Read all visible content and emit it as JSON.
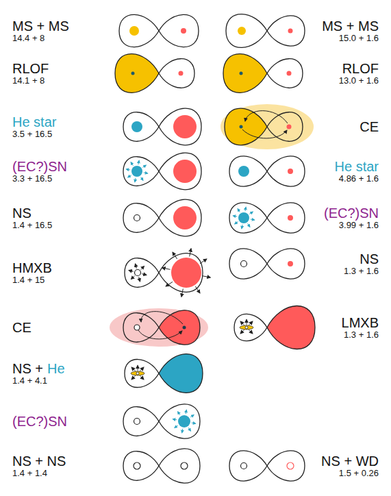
{
  "diagram": {
    "labels": [
      "MS + MS",
      "14.4 + 8",
      "MS + MS",
      "15.0 + 1.6",
      "RLOF",
      "14.1 + 8",
      "RLOF",
      "13.0 + 1.6",
      "He star",
      "3.5 + 16.5",
      "CE",
      "(EC?)SN",
      "3.3 + 16.5",
      "He star",
      "4.86 + 1.6",
      "NS",
      "1.4 + 16.5",
      "(EC?)SN",
      "3.99 + 1.6",
      "NS",
      "1.3 + 1.6",
      "HMXB",
      "1.4 + 15",
      "CE",
      "LMXB",
      "1.3 + 1.6",
      "NS +",
      "He",
      "1.4 + 4.1",
      "(EC?)SN",
      "NS + NS",
      "1.4 + 1.4",
      "NS + WD",
      "1.5 + 0.26"
    ]
  }
}
